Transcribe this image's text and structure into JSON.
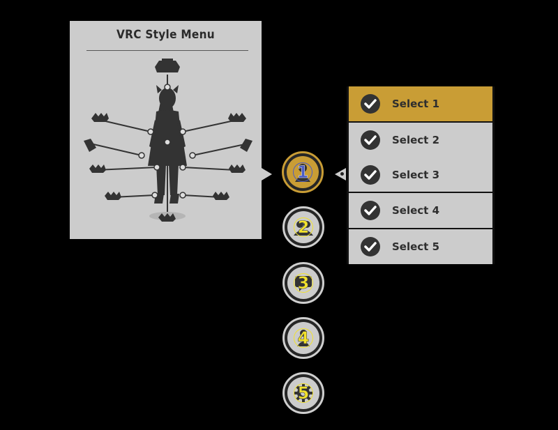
{
  "panel": {
    "title": "VRC Style Menu"
  },
  "menu_buttons": [
    {
      "number": "1",
      "icon": "person-icon",
      "active": true
    },
    {
      "number": "2",
      "icon": "group-icon",
      "active": false
    },
    {
      "number": "3",
      "icon": "chat-icon",
      "active": false
    },
    {
      "number": "4",
      "icon": "user-icon",
      "active": false
    },
    {
      "number": "5",
      "icon": "gear-icon",
      "active": false
    }
  ],
  "select_items": [
    {
      "label": "Select 1",
      "selected": true
    },
    {
      "label": "Select 2",
      "selected": false
    },
    {
      "label": "Select 3",
      "selected": false
    },
    {
      "label": "Select 4",
      "selected": false
    },
    {
      "label": "Select 5",
      "selected": false
    }
  ],
  "colors": {
    "background": "#000000",
    "panel": "#cccccc",
    "accent": "#c99d35",
    "active_number": "#4b5cc4",
    "number": "#f2e22b",
    "dark": "#333333"
  }
}
